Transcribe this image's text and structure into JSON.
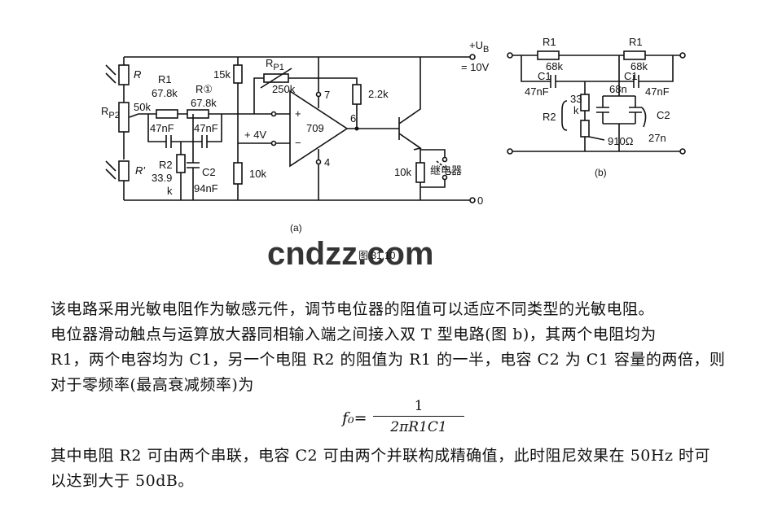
{
  "figure": {
    "caption": "图 31.10",
    "watermark": "cndzz.com",
    "panel_a": {
      "label": "(a)",
      "supply_label": "+U",
      "supply_sub": "B",
      "supply_value": "= 10V",
      "ground_label": "0",
      "ldr_top": "R",
      "ldr_bottom": "R'",
      "pot_rp2": "R",
      "pot_rp2_sub": "P2",
      "pot_rp2_value": "50k",
      "r1_label": "R1",
      "r1_value": "67.8k",
      "r_circ_label": "R①",
      "r_circ_value": "67.8k",
      "c_left_value": "47nF",
      "c_right_value": "47nF",
      "r2_label": "R2",
      "r2_value": "33.9",
      "r2_unit": "k",
      "c2_label": "C2",
      "c2_value": "94nF",
      "r15k": "15k",
      "r10k_left": "10k",
      "plus4v": "+ 4V",
      "rp1": "R",
      "rp1_sub": "P1",
      "rp1_value": "250k",
      "opamp": "709",
      "pin7": "7",
      "pin6": "6",
      "pin4": "4",
      "plus_sign": "+",
      "minus_sign": "−",
      "r22k": "2.2k",
      "r10k_right": "10k",
      "relay": "继电器"
    },
    "panel_b": {
      "label": "(b)",
      "r1_left": "R1",
      "r1_left_value": "68k",
      "r1_right": "R1",
      "r1_right_value": "68k",
      "c1_left": "C1",
      "c1_left_value": "47nF",
      "c1_right": "C1",
      "c1_right_value": "47nF",
      "r2_label": "R2",
      "r2a_value": "33",
      "r2a_unit": "k",
      "r2b_value": "910Ω",
      "c2_label": "C2",
      "c2a_value": "68n",
      "c2b_value": "27n"
    }
  },
  "text": {
    "p1": "该电路采用光敏电阻作为敏感元件，调节电位器的阻值可以适应不同类型的光敏电阻。",
    "p2": "电位器滑动触点与运算放大器同相输入端之间接入双 T 型电路(图 b)，其两个电阻均为",
    "p3": "R1，两个电容均为 C1，另一个电阻 R2 的阻值为 R1 的一半，电容 C2 为 C1 容量的两倍，则",
    "p4": "对于零频率(最高衰减频率)为",
    "formula_lhs": "f₀=",
    "formula_num": "1",
    "formula_den": "2πR1C1",
    "p5": "其中电阻 R2 可由两个串联，电容 C2 可由两个并联构成精确值，此时阻尼效果在 50Hz 时可",
    "p6": "以达到大于 50dB。"
  }
}
